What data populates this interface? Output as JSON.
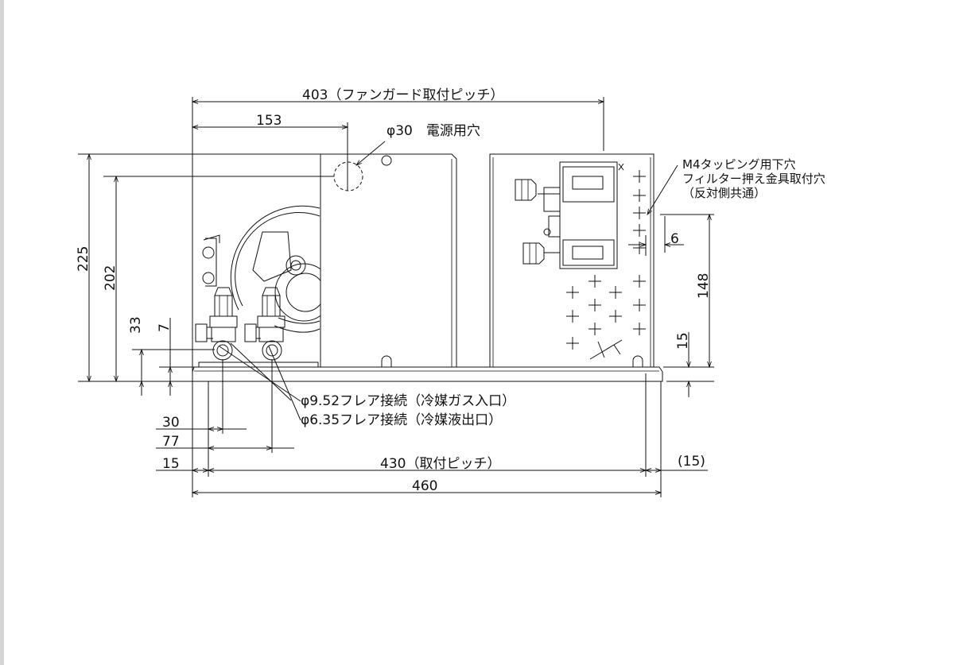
{
  "dimensions": {
    "fan_guard_pitch": "403（ファンガード取付ピッチ）",
    "offset_153": "153",
    "power_hole": "φ30　電源用穴",
    "m4_line1": "M4タッピング用下穴",
    "m4_line2": "フィルター押え金具取付穴",
    "m4_line3": "（反対側共通）",
    "dim_6": "6",
    "dim_148": "148",
    "dim_15_right": "15",
    "dim_225": "225",
    "dim_202": "202",
    "dim_33": "33",
    "dim_7": "7",
    "flare_gas": "φ9.52フレア接続（冷媒ガス入口）",
    "flare_liquid": "φ6.35フレア接続（冷媒液出口）",
    "dim_30": "30",
    "dim_77": "77",
    "dim_15_left": "15",
    "mount_pitch": "430（取付ピッチ）",
    "dim_15_paren": "(15)",
    "total_width": "460"
  },
  "colors": {
    "line": "#111111",
    "background": "#ffffff"
  }
}
